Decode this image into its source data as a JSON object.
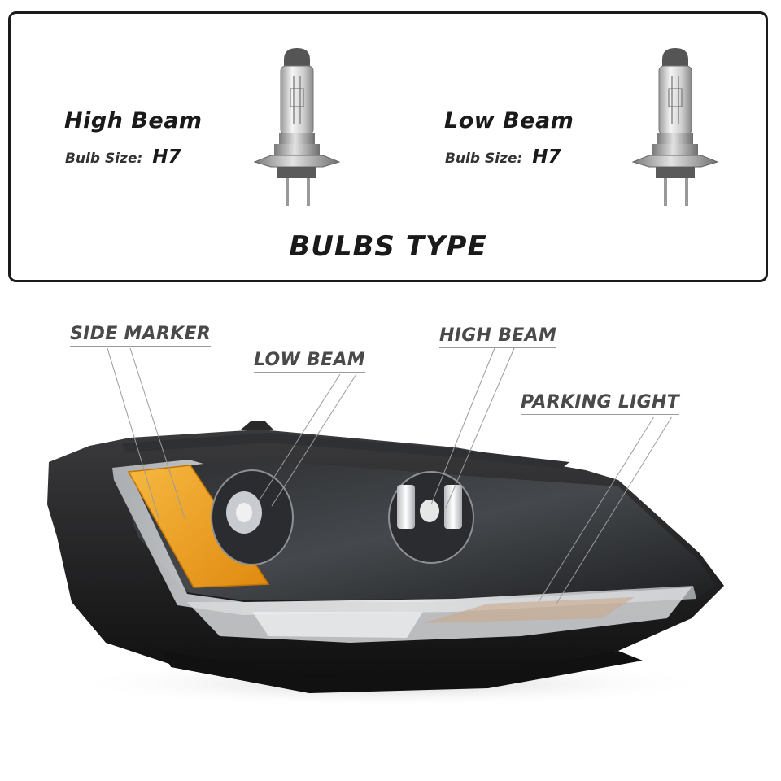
{
  "bulbs_panel": {
    "heading": "BULBS TYPE",
    "high_beam": {
      "title": "High Beam",
      "size_label": "Bulb Size:",
      "size_value": "H7"
    },
    "low_beam": {
      "title": "Low Beam",
      "size_label": "Bulb Size:",
      "size_value": "H7"
    }
  },
  "callouts": {
    "side_marker": "SIDE MARKER",
    "low_beam": "LOW BEAM",
    "high_beam": "HIGH BEAM",
    "parking_light": "PARKING LIGHT"
  },
  "colors": {
    "amber": "#f0a020",
    "housing": "#1c1c1e",
    "chrome": "#d9dbde",
    "text": "#1a1a1a"
  },
  "icons": {
    "bulb": "h7-halogen-bulb-icon",
    "headlight": "headlight-assembly-illustration"
  }
}
